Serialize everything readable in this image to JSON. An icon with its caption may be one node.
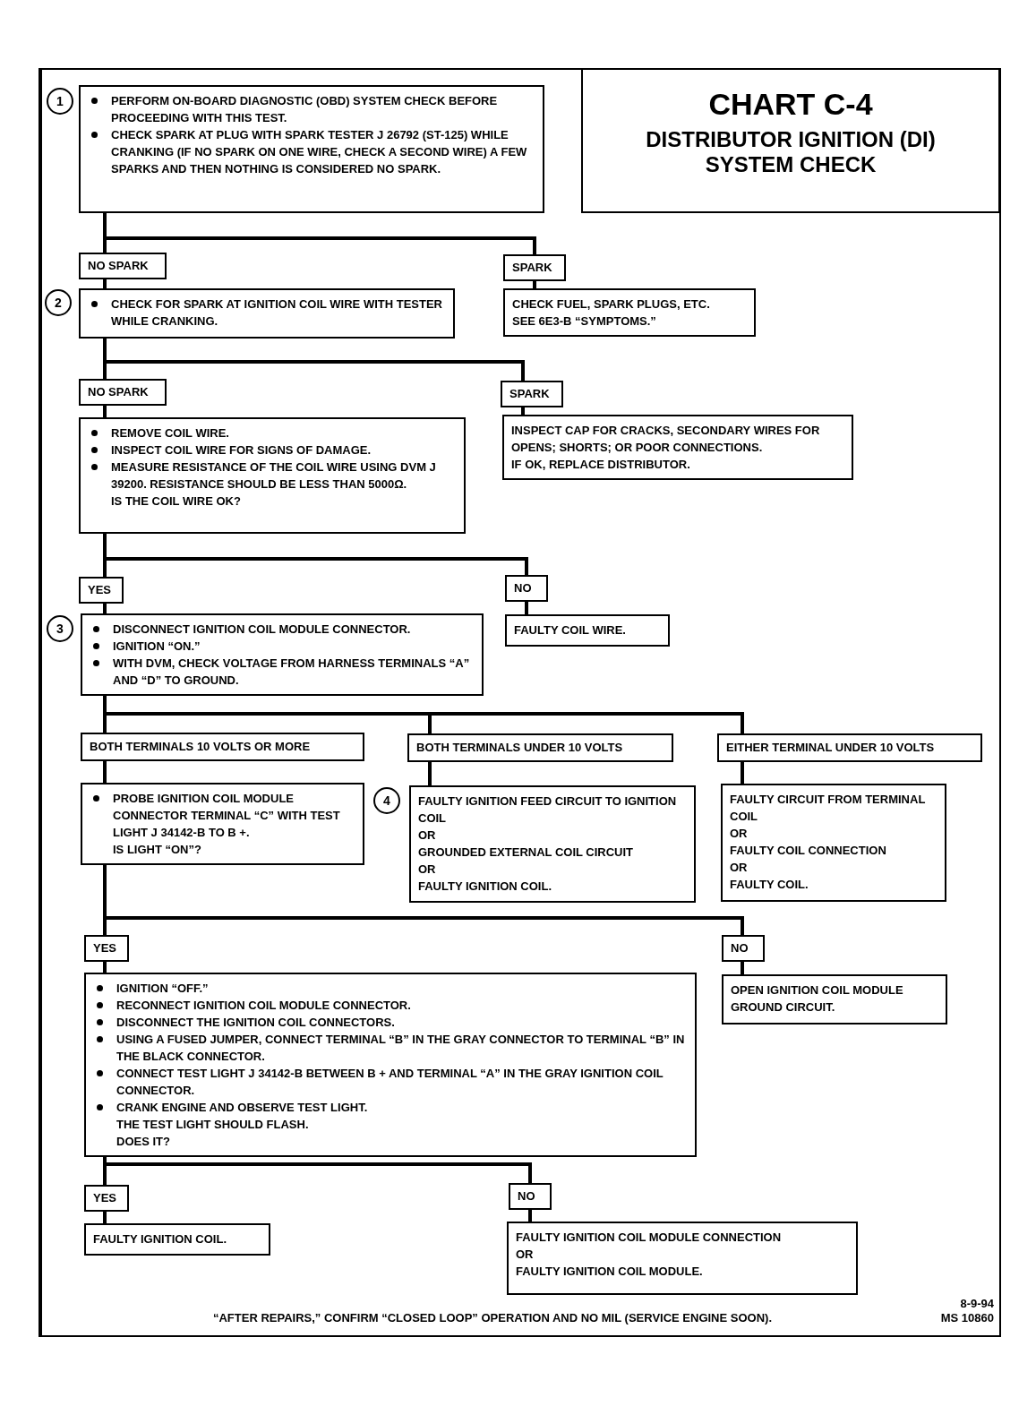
{
  "diagram": {
    "nodes": [
      {
        "text": [
          "1"
        ]
      },
      {
        "text": [
          "PERFORM ON-BOARD DIAGNOSTIC (OBD) SYSTEM CHECK BEFORE PROCEEDING WITH THIS TEST.",
          "CHECK SPARK AT PLUG WITH SPARK TESTER J 26792 (ST-125) WHILE CRANKING (IF NO SPARK ON ONE WIRE, CHECK A SECOND WIRE) A FEW SPARKS AND THEN NOTHING IS CONSIDERED NO SPARK."
        ]
      },
      {
        "text": [
          "CHART C-4",
          "DISTRIBUTOR IGNITION (DI) SYSTEM CHECK"
        ]
      },
      {
        "text": [
          "NO SPARK"
        ]
      },
      {
        "text": [
          "SPARK"
        ]
      },
      {
        "text": [
          "2"
        ]
      },
      {
        "text": [
          "CHECK FOR SPARK AT IGNITION COIL WIRE WITH TESTER WHILE CRANKING."
        ]
      },
      {
        "text": [
          "CHECK FUEL, SPARK PLUGS, ETC.",
          "SEE 6E3-B “SYMPTOMS.”"
        ]
      },
      {
        "text": [
          "NO SPARK"
        ]
      },
      {
        "text": [
          "SPARK"
        ]
      },
      {
        "text": [
          "REMOVE COIL WIRE.",
          "INSPECT COIL WIRE FOR SIGNS OF DAMAGE.",
          "MEASURE RESISTANCE OF THE COIL WIRE USING DVM J 39200. RESISTANCE SHOULD BE LESS THAN 5000Ω.",
          "IS THE COIL WIRE OK?"
        ]
      },
      {
        "text": [
          "INSPECT CAP FOR CRACKS, SECONDARY WIRES FOR OPENS; SHORTS; OR POOR CONNECTIONS.",
          "IF OK, REPLACE DISTRIBUTOR."
        ]
      },
      {
        "text": [
          "YES"
        ]
      },
      {
        "text": [
          "NO"
        ]
      },
      {
        "text": [
          "3"
        ]
      },
      {
        "text": [
          "DISCONNECT IGNITION COIL MODULE CONNECTOR.",
          "IGNITION “ON.”",
          "WITH DVM, CHECK VOLTAGE FROM HARNESS TERMINALS “A” AND “D” TO GROUND."
        ]
      },
      {
        "text": [
          "FAULTY COIL WIRE."
        ]
      },
      {
        "text": [
          "BOTH TERMINALS 10 VOLTS OR MORE"
        ]
      },
      {
        "text": [
          "BOTH TERMINALS UNDER 10 VOLTS"
        ]
      },
      {
        "text": [
          "EITHER TERMINAL UNDER 10 VOLTS"
        ]
      },
      {
        "text": [
          "PROBE IGNITION COIL MODULE CONNECTOR TERMINAL “C” WITH TEST LIGHT J 34142-B TO B +.",
          "IS LIGHT “ON”?"
        ]
      },
      {
        "text": [
          "4"
        ]
      },
      {
        "text": [
          "FAULTY IGNITION FEED CIRCUIT TO IGNITION COIL",
          "OR",
          "GROUNDED EXTERNAL COIL CIRCUIT",
          "OR",
          "FAULTY IGNITION COIL."
        ]
      },
      {
        "text": [
          "FAULTY CIRCUIT FROM TERMINAL COIL",
          "OR",
          "FAULTY COIL CONNECTION",
          "OR",
          "FAULTY COIL."
        ]
      },
      {
        "text": [
          "YES"
        ]
      },
      {
        "text": [
          "NO"
        ]
      },
      {
        "text": [
          "IGNITION “OFF.”",
          "RECONNECT IGNITION COIL MODULE CONNECTOR.",
          "DISCONNECT THE IGNITION COIL CONNECTORS.",
          "USING A FUSED JUMPER, CONNECT TERMINAL “B” IN THE GRAY CONNECTOR TO TERMINAL “B” IN THE BLACK CONNECTOR.",
          "CONNECT TEST LIGHT J 34142-B BETWEEN B + AND TERMINAL “A” IN THE GRAY IGNITION COIL CONNECTOR.",
          "CRANK ENGINE AND OBSERVE TEST LIGHT.",
          "THE TEST LIGHT SHOULD FLASH.",
          "DOES IT?"
        ]
      },
      {
        "text": [
          "OPEN IGNITION COIL MODULE GROUND CIRCUIT."
        ]
      },
      {
        "text": [
          "YES"
        ]
      },
      {
        "text": [
          "NO"
        ]
      },
      {
        "text": [
          "FAULTY IGNITION COIL."
        ]
      },
      {
        "text": [
          "FAULTY IGNITION COIL MODULE CONNECTION",
          "OR",
          "FAULTY IGNITION COIL MODULE."
        ]
      }
    ],
    "edges": [
      {
        "from": 1,
        "to": 3,
        "arrow": "none"
      },
      {
        "from": 1,
        "to": 4,
        "arrow": "none"
      },
      {
        "from": 3,
        "to": 6,
        "arrow": "none"
      },
      {
        "from": 4,
        "to": 7,
        "arrow": "none"
      },
      {
        "from": 6,
        "to": 8,
        "arrow": "none"
      },
      {
        "from": 6,
        "to": 9,
        "arrow": "none"
      },
      {
        "from": 8,
        "to": 10,
        "arrow": "none"
      },
      {
        "from": 9,
        "to": 11,
        "arrow": "none"
      },
      {
        "from": 10,
        "to": 12,
        "arrow": "none"
      },
      {
        "from": 10,
        "to": 13,
        "arrow": "none"
      },
      {
        "from": 12,
        "to": 15,
        "arrow": "none"
      },
      {
        "from": 13,
        "to": 16,
        "arrow": "none"
      },
      {
        "from": 15,
        "to": 17,
        "arrow": "none"
      },
      {
        "from": 15,
        "to": 18,
        "arrow": "none"
      },
      {
        "from": 15,
        "to": 19,
        "arrow": "none"
      },
      {
        "from": 17,
        "to": 20,
        "arrow": "none"
      },
      {
        "from": 18,
        "to": 22,
        "arrow": "none"
      },
      {
        "from": 19,
        "to": 23,
        "arrow": "none"
      },
      {
        "from": 20,
        "to": 24,
        "arrow": "none"
      },
      {
        "from": 20,
        "to": 25,
        "arrow": "none"
      },
      {
        "from": 24,
        "to": 26,
        "arrow": "none"
      },
      {
        "from": 25,
        "to": 27,
        "arrow": "none"
      },
      {
        "from": 26,
        "to": 28,
        "arrow": "none"
      },
      {
        "from": 26,
        "to": 29,
        "arrow": "none"
      },
      {
        "from": 28,
        "to": 30,
        "arrow": "none"
      },
      {
        "from": 29,
        "to": 31,
        "arrow": "none"
      }
    ],
    "labels": [
      "“AFTER REPAIRS,” CONFIRM “CLOSED LOOP” OPERATION AND NO MIL (SERVICE ENGINE SOON).",
      "8-9-94",
      "MS 10860"
    ]
  }
}
